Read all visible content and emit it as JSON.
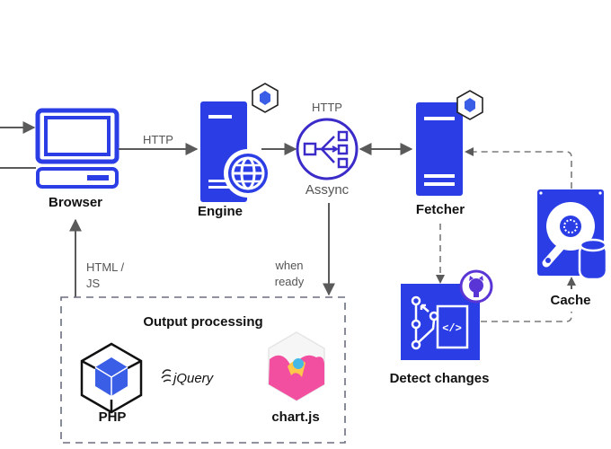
{
  "colors": {
    "primary": "#2b3ee6",
    "async": "#3b2bc9",
    "github": "#5a35d6",
    "edge": "#5a5a5a"
  },
  "nodes": {
    "browser": {
      "label": "Browser",
      "icon": "laptop-icon"
    },
    "engine": {
      "label": "Engine",
      "icon": "server-globe-icon"
    },
    "async": {
      "label": "Assync",
      "icon": "fan-out-icon"
    },
    "fetcher": {
      "label": "Fetcher",
      "icon": "server-icon"
    },
    "cache": {
      "label": "Cache",
      "icon": "hard-drive-database-icon"
    },
    "detect": {
      "label": "Detect changes",
      "icon": "git-code-icon"
    }
  },
  "edges": {
    "browser_engine": "HTTP",
    "engine_async": "HTTP",
    "output_browser_line1": "HTML /",
    "output_browser_line2": "JS",
    "async_output_line1": "when",
    "async_output_line2": "ready"
  },
  "group": {
    "title": "Output processing",
    "items": [
      {
        "label": "PHP",
        "icon": "php-cube-icon"
      },
      {
        "label": "jQuery",
        "icon": "jquery-logo"
      },
      {
        "label": "chart.js",
        "icon": "chartjs-logo"
      }
    ]
  }
}
